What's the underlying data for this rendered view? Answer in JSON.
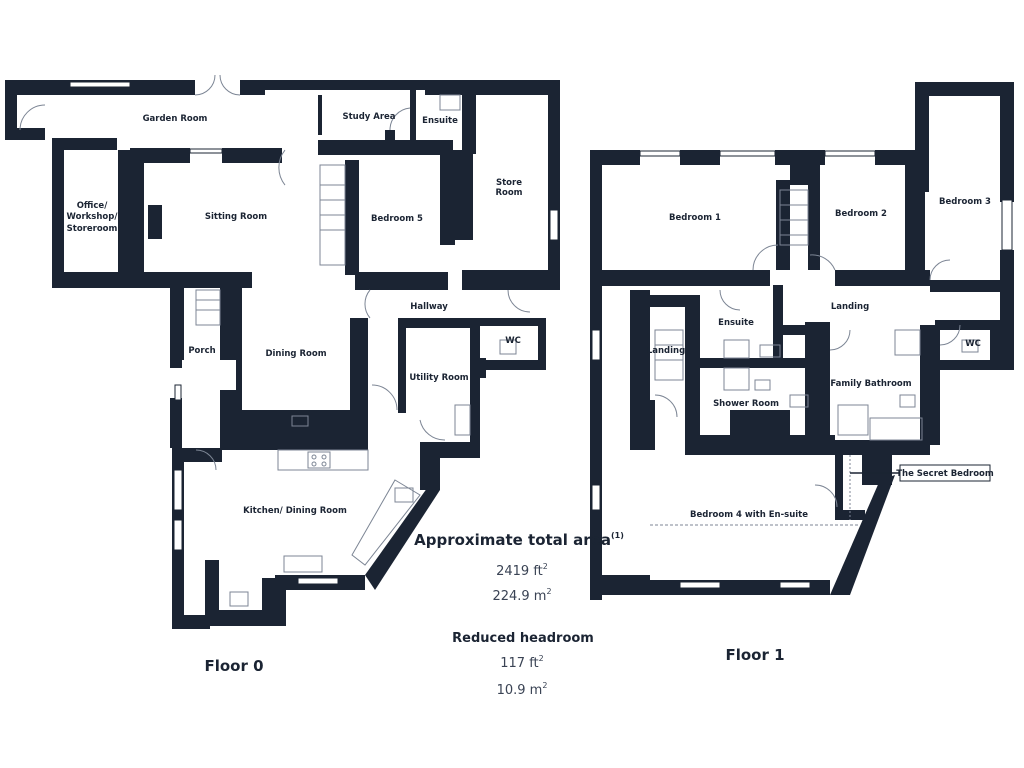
{
  "floor0": {
    "label": "Floor 0",
    "rooms": {
      "garden_room": "Garden Room",
      "study_area": "Study Area",
      "ensuite": "Ensuite",
      "store_room_1": "Store",
      "store_room_2": "Room",
      "office_1": "Office/",
      "office_2": "Workshop/",
      "office_3": "Storeroom",
      "sitting_room": "Sitting Room",
      "bedroom5": "Bedroom 5",
      "hallway": "Hallway",
      "porch": "Porch",
      "dining_room": "Dining Room",
      "utility_room": "Utility Room",
      "wc": "WC",
      "kitchen": "Kitchen/ Dining Room"
    }
  },
  "floor1": {
    "label": "Floor 1",
    "rooms": {
      "bedroom1": "Bedroom 1",
      "bedroom2": "Bedroom 2",
      "bedroom3": "Bedroom 3",
      "ensuite": "Ensuite",
      "landing_right": "Landing",
      "landing_left": "Landing",
      "wc": "WC",
      "shower_room": "Shower Room",
      "family_bathroom": "Family Bathroom",
      "bedroom4": "Bedroom 4 with En-suite"
    },
    "callout": "The Secret Bedroom"
  },
  "area": {
    "heading": "Approximate total area",
    "note_marker": "(1)",
    "ft_value": "2419 ft",
    "ft_sup": "2",
    "m_value": "224.9 m",
    "m_sup": "2"
  },
  "headroom": {
    "heading": "Reduced headroom",
    "ft_value": "117 ft",
    "ft_sup": "2",
    "m_value": "10.9 m",
    "m_sup": "2"
  },
  "colors": {
    "wall": "#1b2433",
    "fixture": "#7c8594"
  }
}
